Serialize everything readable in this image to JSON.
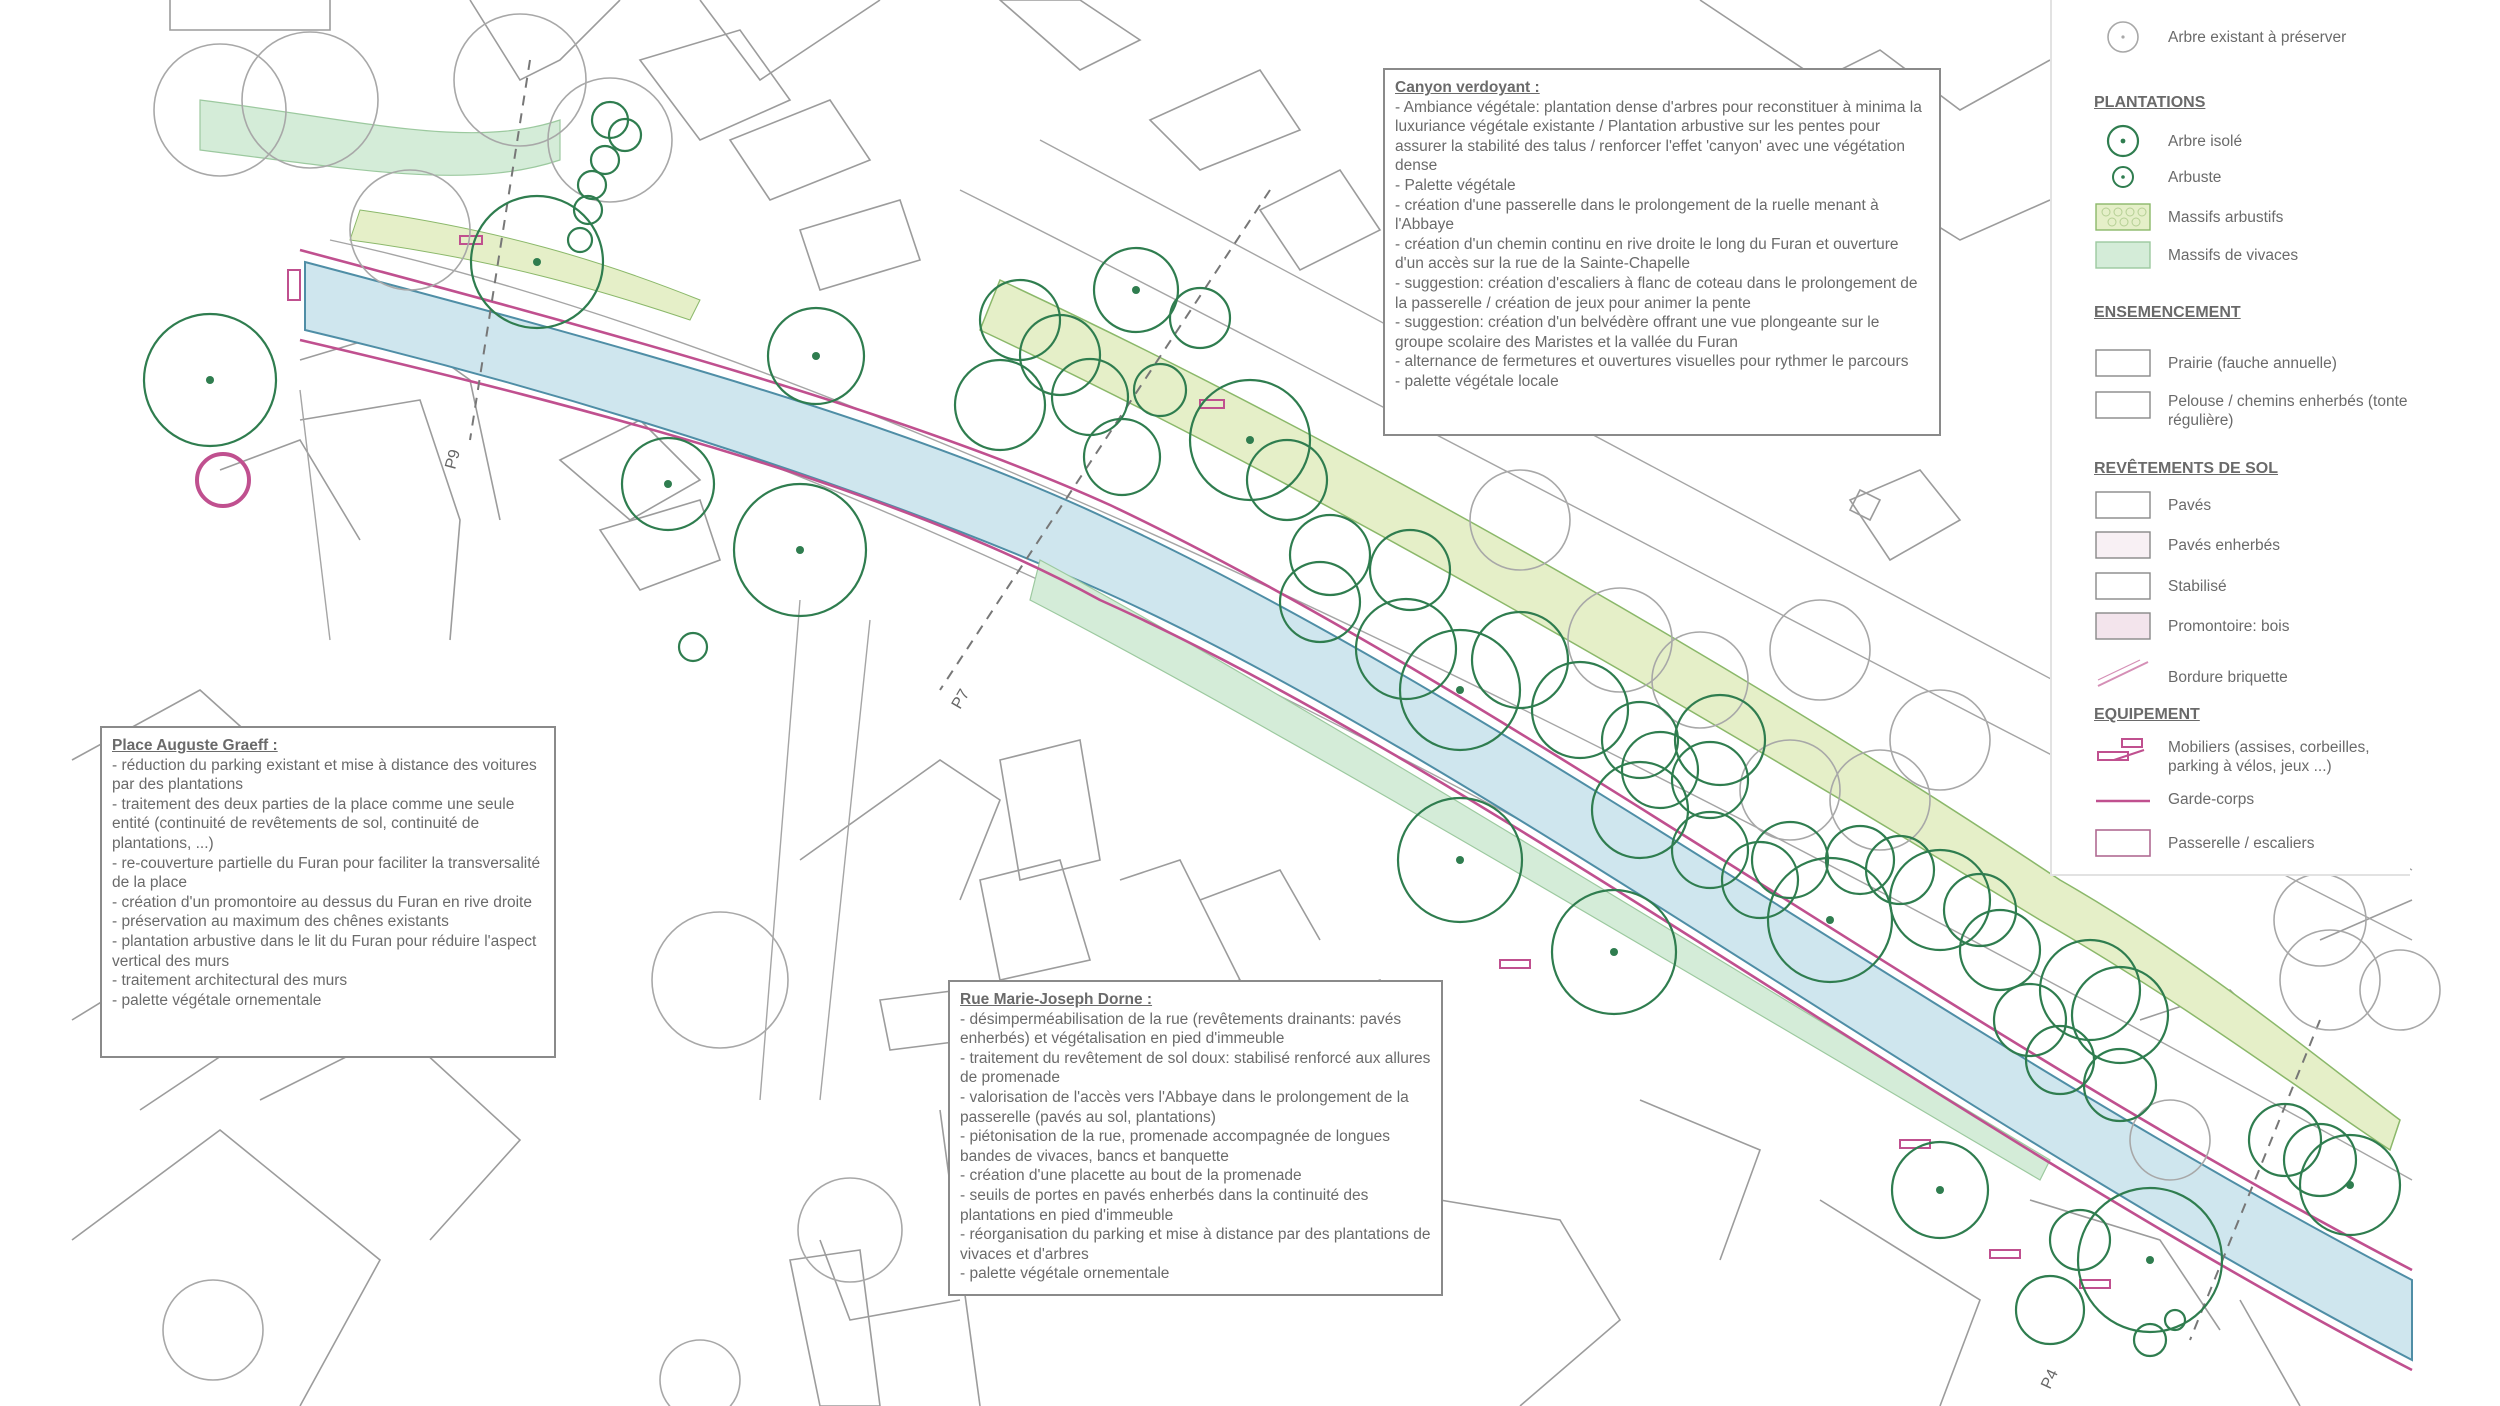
{
  "notes": {
    "canyon": {
      "title": "Canyon verdoyant :",
      "lines": [
        "- Ambiance végétale: plantation dense d'arbres pour reconstituer à minima la luxuriance végétale existante / Plantation arbustive sur les pentes pour assurer la stabilité des talus / renforcer l'effet 'canyon' avec une végétation dense",
        "- Palette végétale",
        "- création d'une passerelle dans le prolongement de la ruelle menant à l'Abbaye",
        "- création d'un chemin continu en rive droite le long du Furan et ouverture d'un accès sur la rue de la Sainte-Chapelle",
        "- suggestion: création d'escaliers à flanc de coteau dans le prolongement de la passerelle / création de jeux pour animer la pente",
        "- suggestion: création d'un belvédère offrant une vue plongeante sur le groupe scolaire des Maristes et la vallée du Furan",
        "- alternance de fermetures et ouvertures visuelles pour rythmer le parcours",
        "- palette végétale locale"
      ]
    },
    "place": {
      "title": "Place Auguste Graeff :",
      "lines": [
        "- réduction du parking existant et mise à distance des voitures par des plantations",
        "- traitement des deux parties de la place comme une seule entité (continuité de revêtements de sol, continuité de plantations, ...)",
        "- re-couverture partielle du Furan pour faciliter la transversalité de la place",
        "- création d'un promontoire au dessus du Furan en rive droite",
        "- préservation au maximum des chênes existants",
        "- plantation arbustive dans le lit du Furan pour réduire l'aspect vertical des murs",
        "- traitement architectural des murs",
        "- palette végétale ornementale"
      ]
    },
    "rue": {
      "title": "Rue Marie-Joseph Dorne :",
      "lines": [
        "- désimperméabilisation de la rue (revêtements drainants: pavés enherbés) et végétalisation en pied d'immeuble",
        "- traitement du revêtement de sol doux: stabilisé renforcé aux allures de promenade",
        "- valorisation de l'accès vers l'Abbaye dans le prolongement de la passerelle (pavés au sol, plantations)",
        "- piétonisation de la rue, promenade accompagnée de longues bandes de vivaces, bancs et banquette",
        "- création d'une placette au bout de la promenade",
        "- seuils de portes en pavés enherbés dans la continuité des plantations en pied d'immeuble",
        "- réorganisation du parking et mise à distance par des plantations de vivaces et d'arbres",
        "- palette végétale ornementale"
      ]
    }
  },
  "legend": {
    "sections": [
      {
        "heading": "",
        "items": [
          {
            "symbol": "tree-existing",
            "label": "Arbre existant à préserver"
          }
        ]
      },
      {
        "heading": "PLANTATIONS",
        "items": [
          {
            "symbol": "tree-isolated",
            "label": "Arbre isolé"
          },
          {
            "symbol": "shrub",
            "label": "Arbuste"
          },
          {
            "symbol": "shrub-mass",
            "label": "Massifs arbustifs"
          },
          {
            "symbol": "perennial-mass",
            "label": "Massifs de vivaces"
          }
        ]
      },
      {
        "heading": "ENSEMENCEMENT",
        "items": [
          {
            "symbol": "box-white",
            "label": "Prairie (fauche annuelle)"
          },
          {
            "symbol": "box-white",
            "label": "Pelouse / chemins enherbés (tonte régulière)"
          }
        ]
      },
      {
        "heading": "REVÊTEMENTS DE SOL",
        "items": [
          {
            "symbol": "box-white",
            "label": "Pavés"
          },
          {
            "symbol": "box-pink-light",
            "label": "Pavés enherbés"
          },
          {
            "symbol": "box-white",
            "label": "Stabilisé"
          },
          {
            "symbol": "box-pink",
            "label": "Promontoire: bois"
          },
          {
            "symbol": "brick-border",
            "label": "Bordure briquette"
          }
        ]
      },
      {
        "heading": "EQUIPEMENT",
        "items": [
          {
            "symbol": "furniture",
            "label": "Mobiliers (assises, corbeilles, parking à vélos, jeux ...)"
          },
          {
            "symbol": "railing",
            "label": "Garde-corps"
          },
          {
            "symbol": "box-pink-border",
            "label": "Passerelle / escaliers"
          }
        ]
      }
    ]
  },
  "map_labels": {
    "p9": "P9",
    "p7": "P7",
    "p4": "P4"
  },
  "colors": {
    "river": "#cfe6ee",
    "river_edge": "#4f8ea6",
    "tree": "#2f7d4f",
    "shrub_fill": "#e5efc8",
    "perennial": "#d4ecd8",
    "pink": "#c0508f",
    "building": "#9a9a9a"
  }
}
